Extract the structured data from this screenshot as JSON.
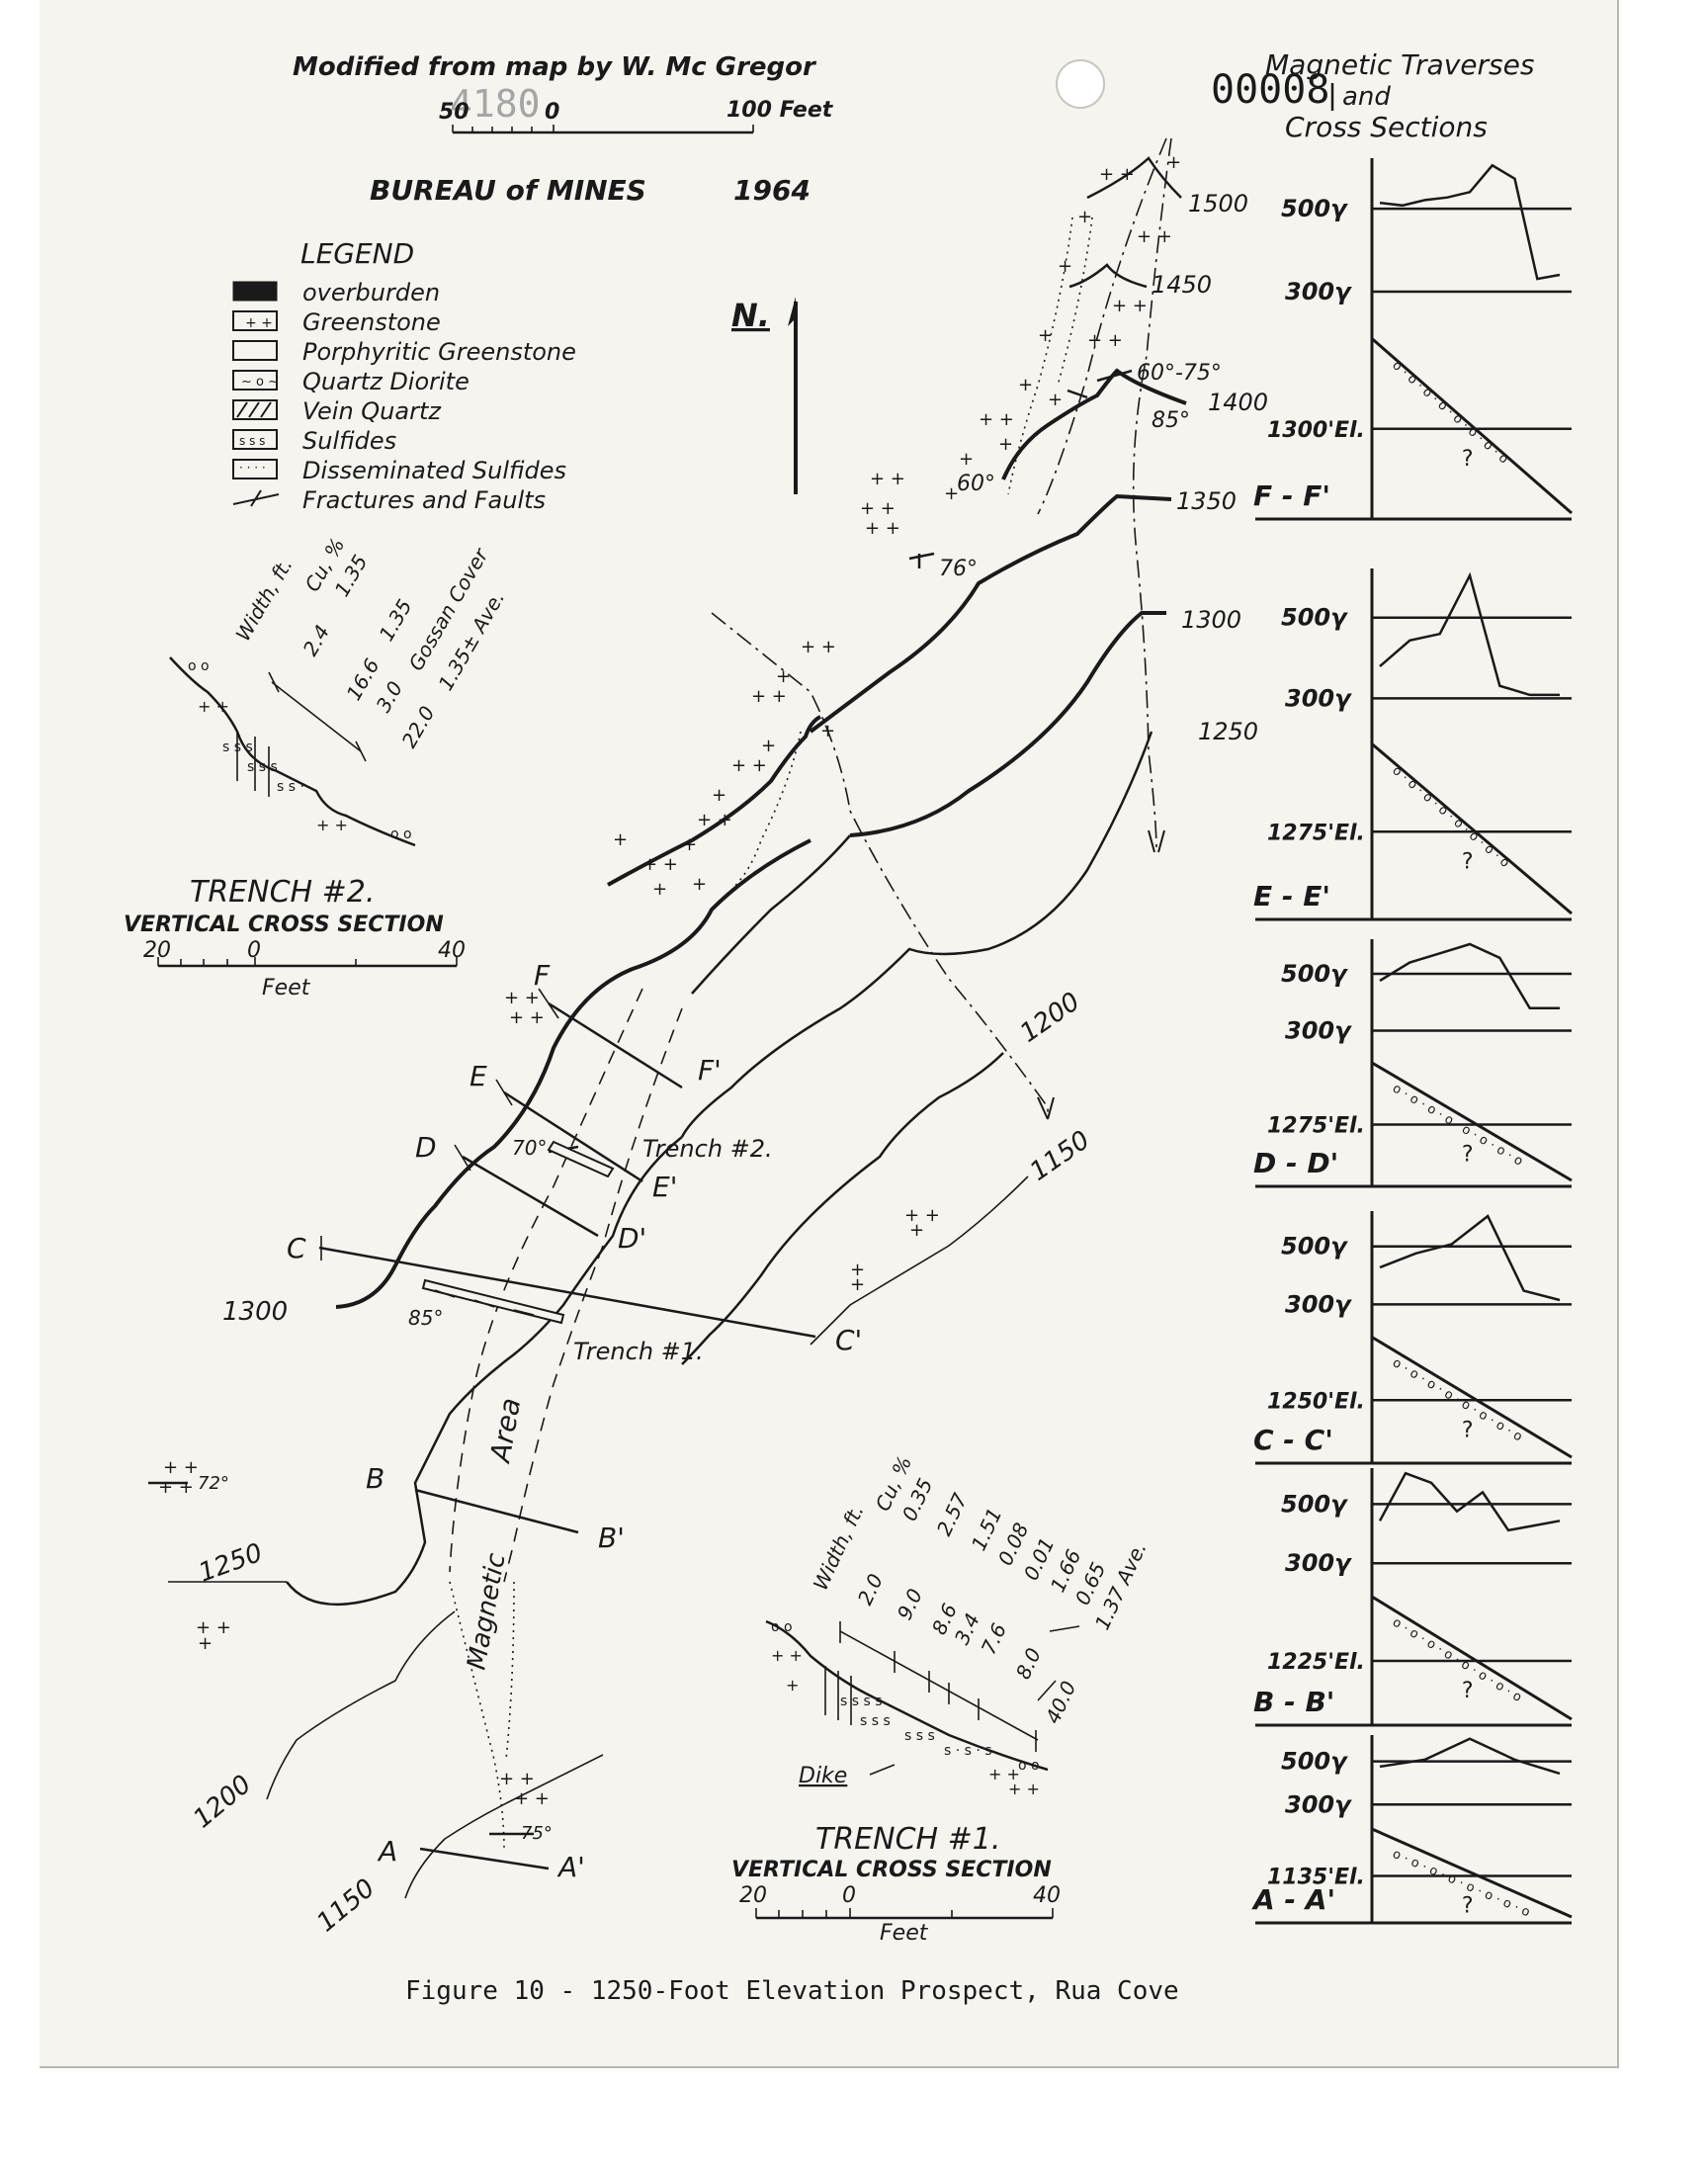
{
  "header": {
    "modified": "Modified from map by W. Mc Gregor",
    "bureau": "BUREAU of MINES",
    "year": "1964",
    "doc_stamp": "00008",
    "doc_stamp_faint": "4180"
  },
  "scale_main": {
    "left": "50",
    "zero": "0",
    "right": "100 Feet"
  },
  "north": "N.",
  "legend": {
    "title": "LEGEND",
    "items": [
      "overburden",
      "Greenstone",
      "Porphyritic Greenstone",
      "Quartz Diorite",
      "Vein Quartz",
      "Sulfides",
      "Disseminated Sulfides",
      "Fractures and Faults"
    ]
  },
  "contours": {
    "c1500": "1500",
    "c1450": "1450",
    "c1400": "1400",
    "c1350": "1350",
    "c1300": "1300",
    "c1250": "1250",
    "c1200": "1200",
    "c1150": "1150",
    "c1300w": "1300",
    "c1250w": "1250",
    "c1200w": "1200",
    "c1150w": "1150"
  },
  "dips": {
    "d6075": "60°-75°",
    "d85": "85°",
    "d60": "60°",
    "d76": "76°",
    "d70": "70°",
    "d85b": "85°",
    "d72": "72°",
    "d75": "75°"
  },
  "sections": {
    "F": "F",
    "Fp": "F'",
    "E": "E",
    "Ep": "E'",
    "D": "D",
    "Dp": "D'",
    "C": "C",
    "Cp": "C'",
    "B": "B",
    "Bp": "B'",
    "A": "A",
    "Ap": "A'"
  },
  "map_labels": {
    "trench2": "Trench #2.",
    "trench1": "Trench #1.",
    "magnetic": "Magnetic",
    "area": "Area",
    "dike": "Dike"
  },
  "trench2": {
    "title": "TRENCH #2.",
    "subtitle": "VERTICAL CROSS SECTION",
    "scale": {
      "left": "20",
      "zero": "0",
      "right": "40",
      "unit": "Feet"
    },
    "header_width": "Width, ft.",
    "header_cu": "Cu, %",
    "rows": [
      {
        "width": "2.4",
        "cu": "1.35"
      },
      {
        "width": "16.6",
        "cu": "1.35"
      },
      {
        "width": "3.0",
        "cu": "Gossan Cover"
      },
      {
        "width": "22.0",
        "cu": "1.35± Ave."
      }
    ]
  },
  "trench1": {
    "title": "TRENCH #1.",
    "subtitle": "VERTICAL CROSS SECTION",
    "scale": {
      "left": "20",
      "zero": "0",
      "right": "40",
      "unit": "Feet"
    },
    "header_width": "Width, ft.",
    "header_cu": "Cu, %",
    "rows": [
      {
        "width": "2.0",
        "cu": "0.35"
      },
      {
        "width": "9.0",
        "cu": "2.57"
      },
      {
        "width": "8.6",
        "cu": "1.51"
      },
      {
        "width": "3.4",
        "cu": "0.08"
      },
      {
        "width": "7.6",
        "cu": "0.01"
      },
      {
        "width": "8.0",
        "cu": "1.66"
      },
      {
        "width": "",
        "cu": "0.65"
      },
      {
        "width": "40.0",
        "cu": "1.37 Ave."
      }
    ]
  },
  "traverses": {
    "title_line1": "Magnetic Traverses",
    "title_line2": "and",
    "title_line3": "Cross Sections",
    "panels": [
      {
        "name": "F - F'",
        "top": "500γ",
        "mid": "300γ",
        "elev": "1300'El.",
        "readings": [
          0.72,
          0.7,
          0.74,
          0.76,
          0.8,
          1.0,
          0.9,
          0.15,
          0.18
        ]
      },
      {
        "name": "E - E'",
        "top": "500γ",
        "mid": "300γ",
        "elev": "1275'El.",
        "readings": [
          0.3,
          0.5,
          0.55,
          1.0,
          0.15,
          0.08,
          0.08
        ]
      },
      {
        "name": "D - D'",
        "top": "500γ",
        "mid": "300γ",
        "elev": "1275'El.",
        "readings": [
          0.6,
          0.8,
          0.9,
          1.0,
          0.85,
          0.3,
          0.3
        ]
      },
      {
        "name": "C - C'",
        "top": "500γ",
        "mid": "300γ",
        "elev": "1250'El.",
        "readings": [
          0.45,
          0.6,
          0.7,
          1.0,
          0.2,
          0.1
        ]
      },
      {
        "name": "B - B'",
        "top": "500γ",
        "mid": "300γ",
        "elev": "1225'El.",
        "readings": [
          0.5,
          1.0,
          0.9,
          0.6,
          0.8,
          0.4,
          0.45,
          0.5
        ]
      },
      {
        "name": "A - A'",
        "top": "500γ",
        "mid": "300γ",
        "elev": "1135'El.",
        "readings": [
          0.6,
          0.7,
          1.0,
          0.7,
          0.5
        ]
      }
    ]
  },
  "caption": "Figure 10 - 1250-Foot Elevation Prospect, Rua Cove"
}
